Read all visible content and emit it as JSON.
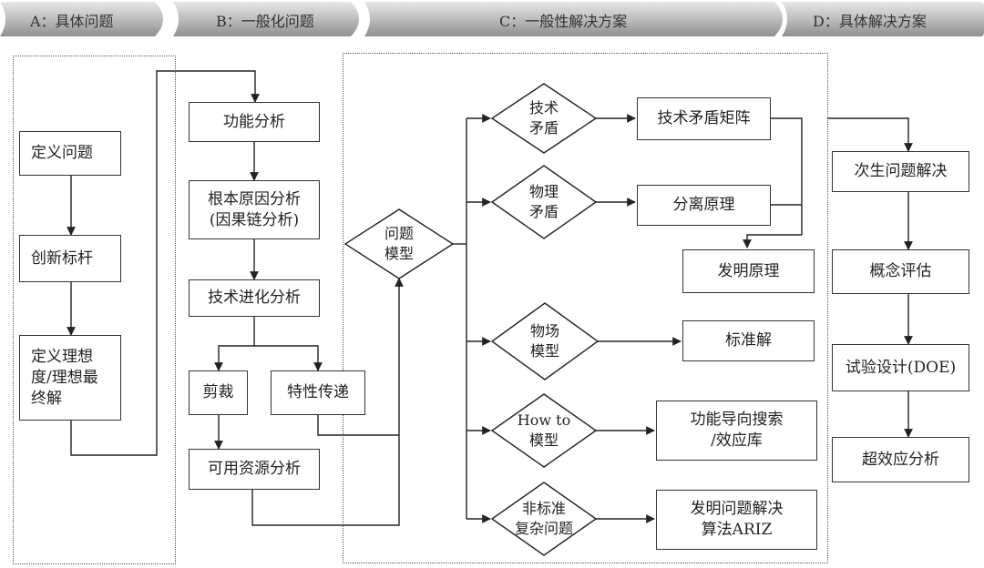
{
  "phases": {
    "a": "A：具体问题",
    "b": "B：一般化问题",
    "c": "C：一般性解决方案",
    "d": "D：具体解决方案"
  },
  "col_a": {
    "define": "定义问题",
    "benchmark": "创新标杆",
    "ideal": "定义理想\n度/理想最\n终解"
  },
  "col_b": {
    "function": "功能分析",
    "root_cause": "根本原因分析\n(因果链分析)",
    "evolution": "技术进化分析",
    "trimming": "剪裁",
    "transfer": "特性传递",
    "resources": "可用资源分析"
  },
  "col_c": {
    "problem_model": "问题\n模型",
    "tech_contradiction": "技术\n矛盾",
    "phys_contradiction": "物理\n矛盾",
    "su_field": "物场\n模型",
    "howto": "How to\n模型",
    "nonstandard": "非标准\n复杂问题",
    "matrix": "技术矛盾矩阵",
    "separation": "分离原理",
    "principles": "发明原理",
    "standard": "标准解",
    "search": "功能导向搜索\n/效应库",
    "ariz": "发明问题解决\n算法ARIZ"
  },
  "col_d": {
    "secondary": "次生问题解决",
    "concept": "概念评估",
    "doe": "试验设计(DOE)",
    "super": "超效应分析"
  }
}
